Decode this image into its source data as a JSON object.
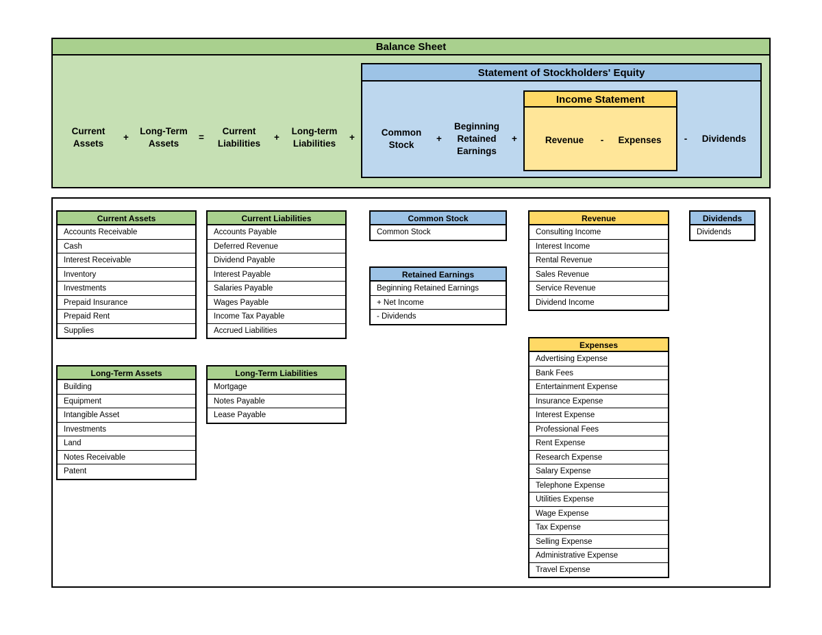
{
  "colors": {
    "green_header": "#a9d08e",
    "green_body": "#c6e0b4",
    "blue_header": "#9dc3e6",
    "blue_body": "#bdd7ee",
    "yellow_header": "#ffd966",
    "yellow_body": "#ffe699",
    "border": "#000000"
  },
  "equation": {
    "title": "Balance Sheet",
    "ops": {
      "plus": "+",
      "minus": "-",
      "equals": "="
    },
    "terms": {
      "current_assets": "Current Assets",
      "long_term_assets": "Long-Term Assets",
      "current_liabilities": "Current Liabilities",
      "long_term_liabilities": "Long-term Liabilities"
    },
    "stockholders_equity": {
      "title": "Statement of Stockholders' Equity",
      "common_stock": "Common Stock",
      "beginning_retained_earnings": "Beginning Retained Earnings",
      "dividends": "Dividends"
    },
    "income_statement": {
      "title": "Income Statement",
      "revenue": "Revenue",
      "expenses": "Expenses"
    }
  },
  "tables": {
    "current_assets": {
      "title": "Current Assets",
      "items": [
        "Accounts Receivable",
        "Cash",
        "Interest Receivable",
        "Inventory",
        "Investments",
        "Prepaid Insurance",
        "Prepaid Rent",
        "Supplies"
      ]
    },
    "current_liabilities": {
      "title": "Current Liabilities",
      "items": [
        "Accounts Payable",
        "Deferred Revenue",
        "Dividend Payable",
        "Interest Payable",
        "Salaries Payable",
        "Wages Payable",
        "Income Tax Payable",
        "Accrued Liabilities"
      ]
    },
    "common_stock": {
      "title": "Common Stock",
      "items": [
        "Common Stock"
      ]
    },
    "retained_earnings": {
      "title": "Retained Earnings",
      "items": [
        "Beginning Retained Earnings",
        "+ Net Income",
        "- Dividends"
      ]
    },
    "revenue": {
      "title": "Revenue",
      "items": [
        "Consulting Income",
        "Interest Income",
        "Rental Revenue",
        "Sales Revenue",
        "Service Revenue",
        "Dividend Income"
      ]
    },
    "dividends": {
      "title": "Dividends",
      "items": [
        "Dividends"
      ]
    },
    "long_term_assets": {
      "title": "Long-Term Assets",
      "items": [
        "Building",
        "Equipment",
        "Intangible Asset",
        "Investments",
        "Land",
        "Notes Receivable",
        "Patent"
      ]
    },
    "long_term_liabilities": {
      "title": "Long-Term Liabilities",
      "items": [
        "Mortgage",
        "Notes Payable",
        "Lease Payable"
      ]
    },
    "expenses": {
      "title": "Expenses",
      "items": [
        "Advertising Expense",
        "Bank Fees",
        "Entertainment Expense",
        "Insurance Expense",
        "Interest Expense",
        "Professional Fees",
        "Rent Expense",
        "Research Expense",
        "Salary Expense",
        "Telephone Expense",
        "Utilities Expense",
        "Wage Expense",
        "Tax Expense",
        "Selling Expense",
        "Administrative Expense",
        "Travel Expense"
      ]
    }
  }
}
